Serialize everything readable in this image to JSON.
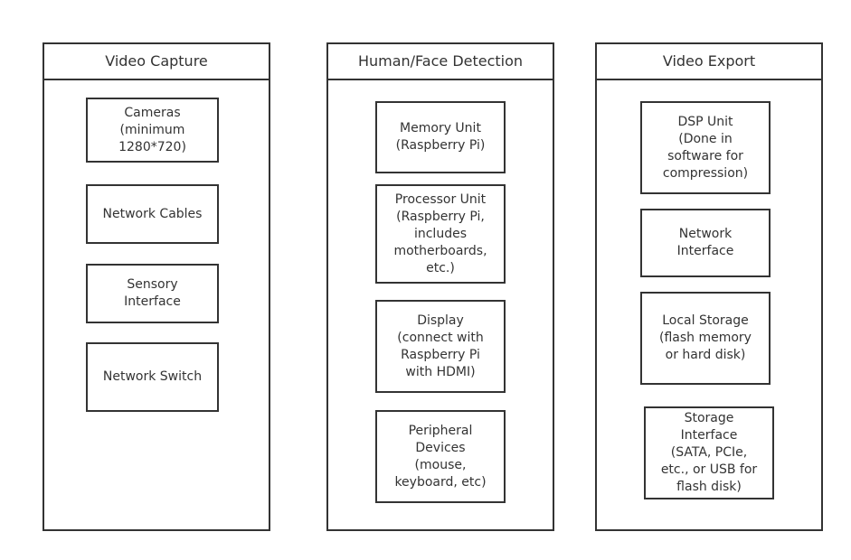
{
  "columns": [
    {
      "title": "Video Capture",
      "items": [
        "Cameras\n(minimum\n1280*720)",
        "Network Cables",
        "Sensory\nInterface",
        "Network Switch"
      ]
    },
    {
      "title": "Human/Face Detection",
      "items": [
        "Memory Unit\n(Raspberry Pi)",
        "Processor Unit\n(Raspberry Pi,\nincludes\nmotherboards,\netc.)",
        "Display\n(connect with\nRaspberry Pi\nwith HDMI)",
        "Peripheral\nDevices\n(mouse,\nkeyboard, etc)"
      ]
    },
    {
      "title": "Video Export",
      "items": [
        "DSP Unit\n(Done in\nsoftware for\ncompression)",
        "Network\nInterface",
        "Local Storage\n(flash memory\nor hard disk)",
        "Storage\nInterface\n(SATA, PCIe,\netc., or USB for\nflash disk)"
      ]
    }
  ]
}
